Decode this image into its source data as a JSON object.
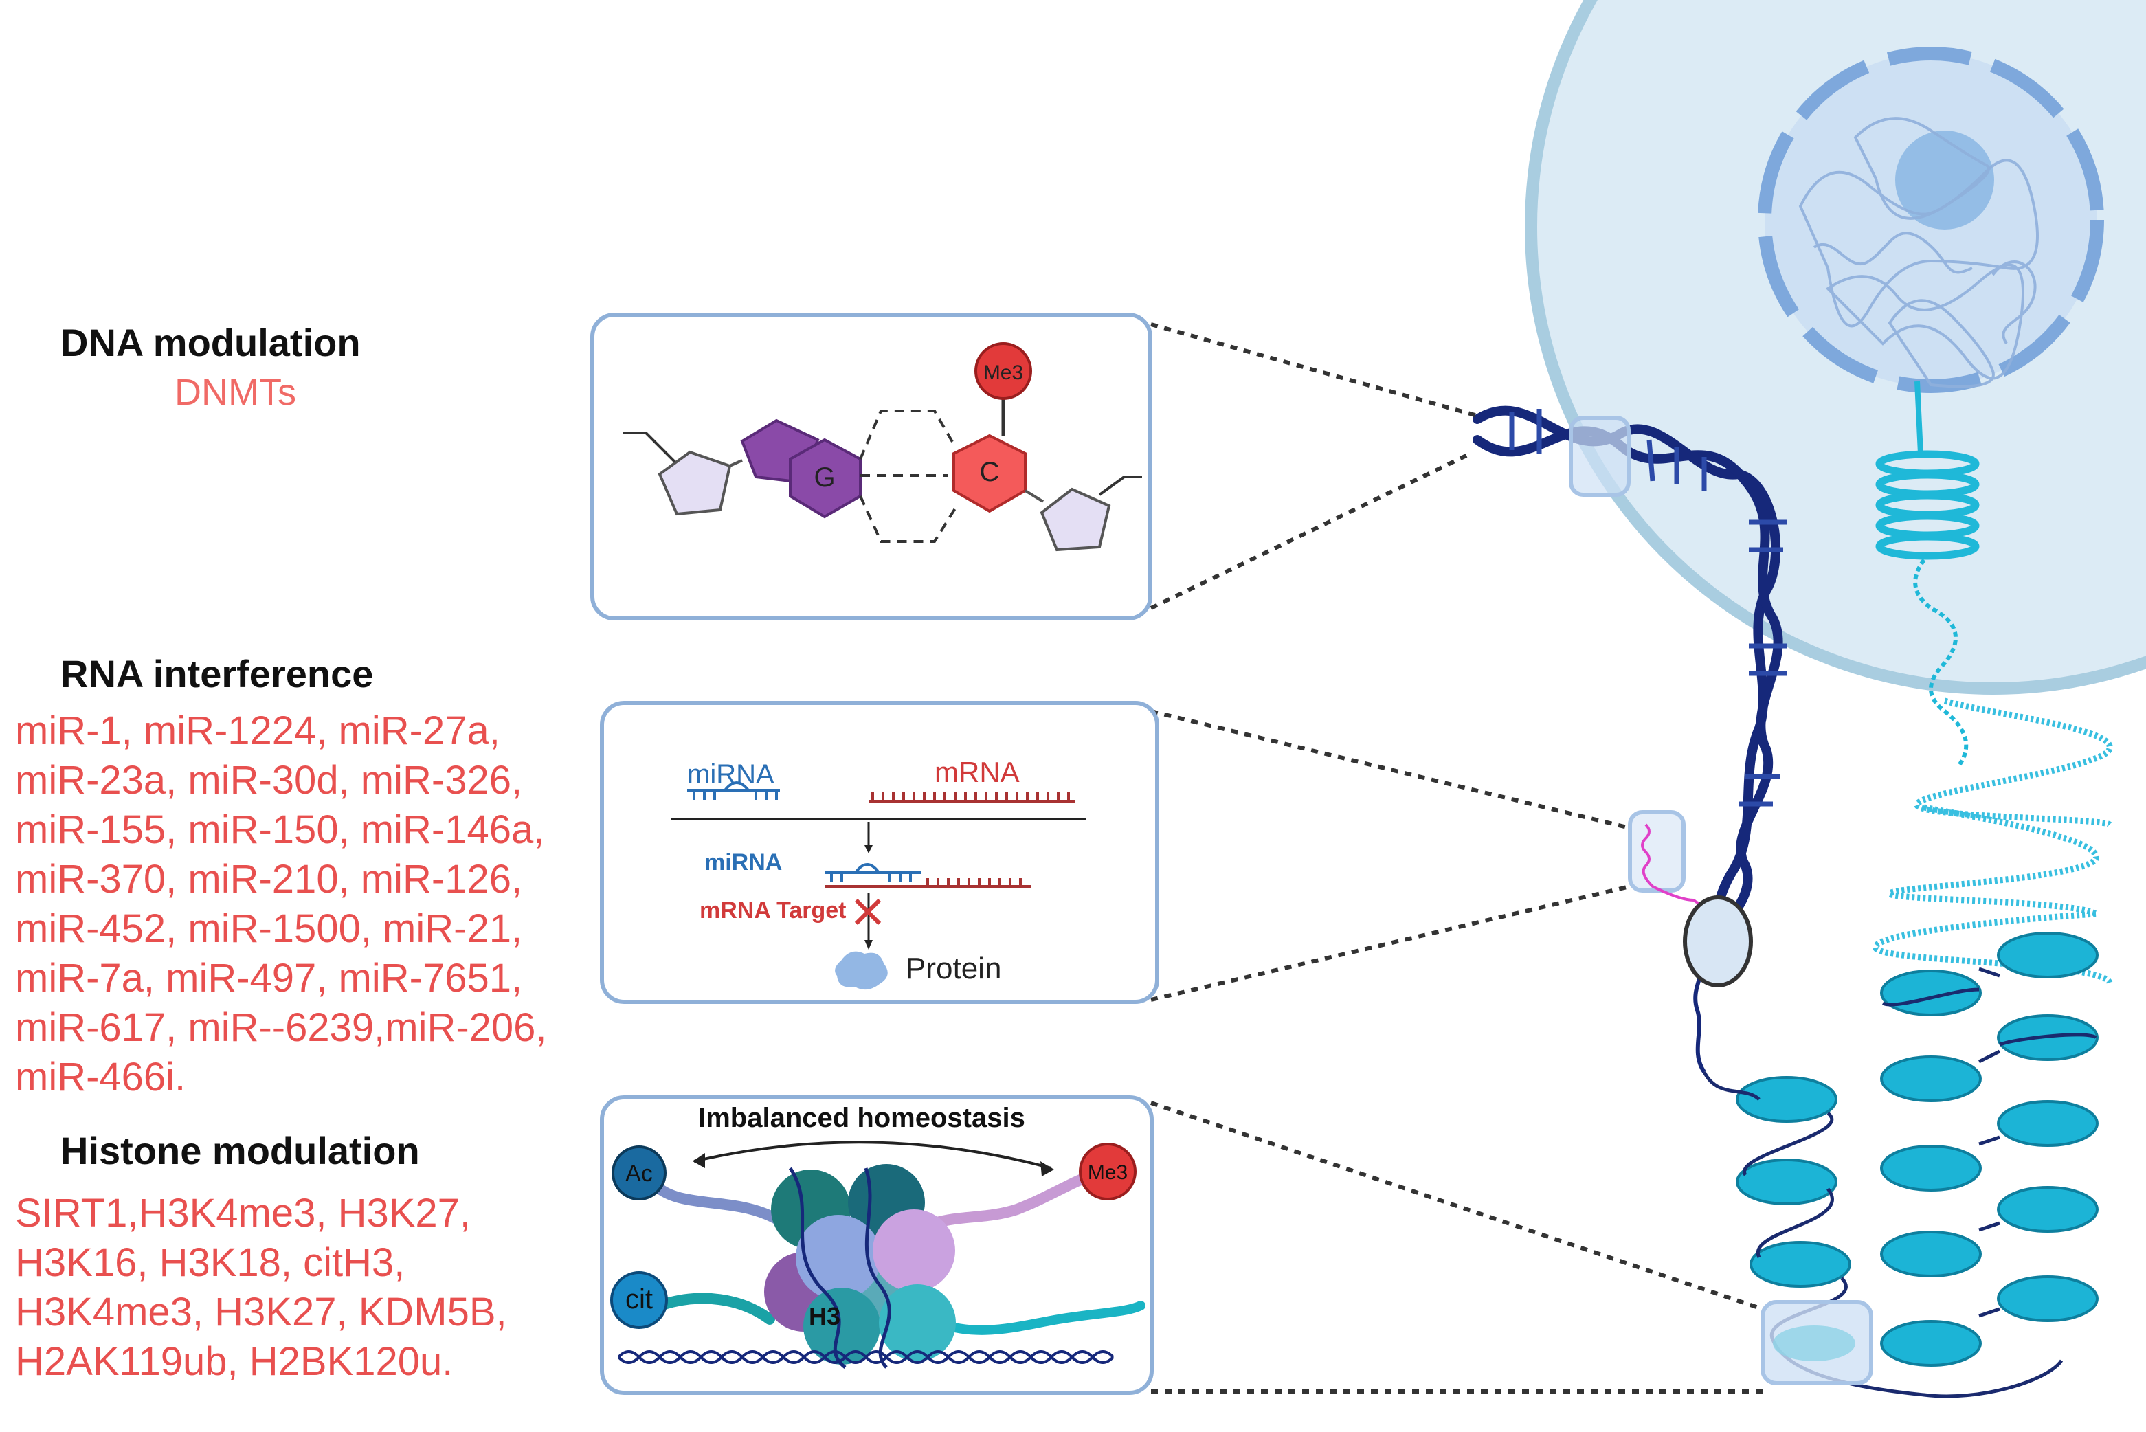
{
  "sections": {
    "dna": {
      "title": "DNA modulation",
      "subtitle": "DNMTs"
    },
    "rna": {
      "title": "RNA interference",
      "lines": [
        "miR-1, miR-1224, miR-27a,",
        "miR-23a, miR-30d, miR-326,",
        "miR-155, miR-150, miR-146a,",
        "miR-370, miR-210, miR-126,",
        "miR-452, miR-1500, miR-21,",
        "miR-7a, miR-497, miR-7651,",
        "miR-617, miR--6239,miR-206,",
        "miR-466i."
      ]
    },
    "histone": {
      "title": "Histone modulation",
      "lines": [
        "SIRT1,H3K4me3, H3K27,",
        "H3K16, H3K18, citH3,",
        "H3K4me3, H3K27, KDM5B,",
        "H2AK119ub, H2BK120u."
      ]
    }
  },
  "panels": {
    "dna": {
      "base_g": "G",
      "base_c": "C",
      "methyl": "Me3"
    },
    "rna": {
      "mirna_label": "miRNA",
      "mrna_label": "mRNA",
      "mirna_label_2": "miRNA",
      "target_label": "mRNA Target",
      "protein_label": "Protein"
    },
    "histone": {
      "title": "Imbalanced homeostasis",
      "ac": "Ac",
      "me3": "Me3",
      "cit": "cit",
      "h3": "H3"
    }
  },
  "colors": {
    "red_text": "#e8504f",
    "panel_border": "#8fb0d8",
    "dna_dark": "#16287a",
    "chromatin_cyan": "#1fb8d8",
    "nucleus_fill": "#dcebf5"
  }
}
